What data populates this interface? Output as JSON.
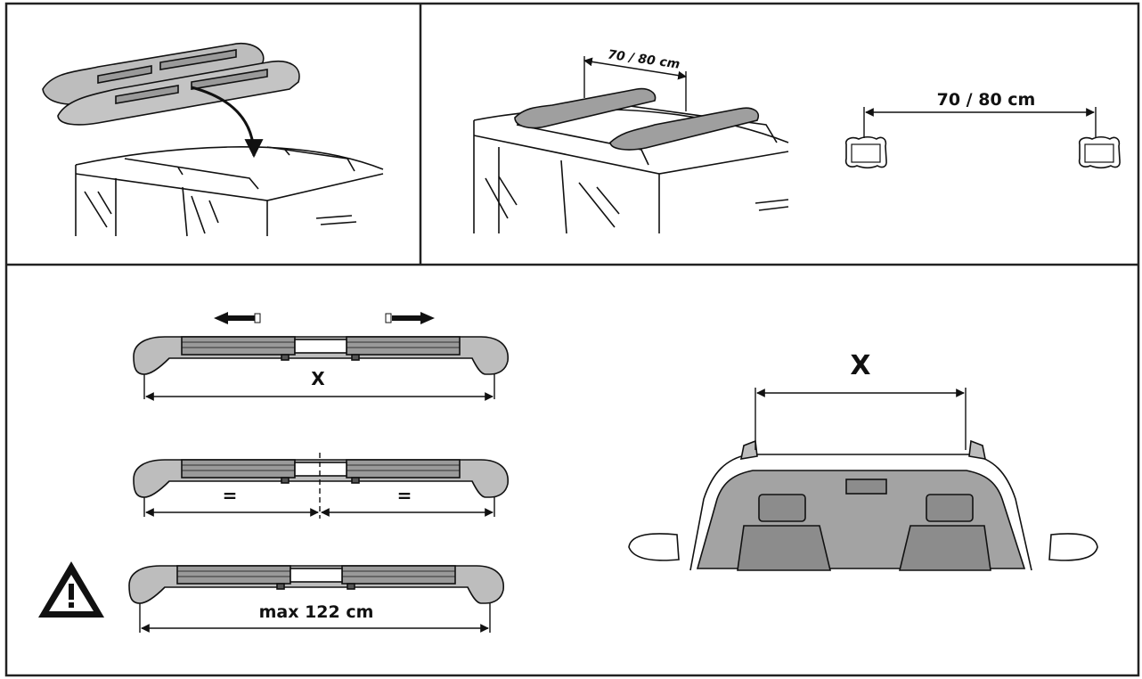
{
  "panels": {
    "top_left": {
      "caption": ""
    },
    "top_right": {
      "spacing_label_perspective": "70 / 80 cm",
      "spacing_label_section": "70 / 80 cm"
    },
    "bottom_left": {
      "width_label": "X",
      "equal_left": "=",
      "equal_right": "=",
      "max_label": "max 122 cm"
    },
    "bottom_right": {
      "width_label": "X"
    }
  },
  "colors": {
    "stroke": "#111111",
    "grip": "#9a9a9a",
    "grip_dark": "#6f6f6f",
    "bar_end": "#bdbdbd",
    "windshield": "#a3a3a3",
    "seat": "#8c8c8c",
    "frame": "#222222"
  },
  "icons": {
    "warning": "warning-triangle-icon"
  }
}
